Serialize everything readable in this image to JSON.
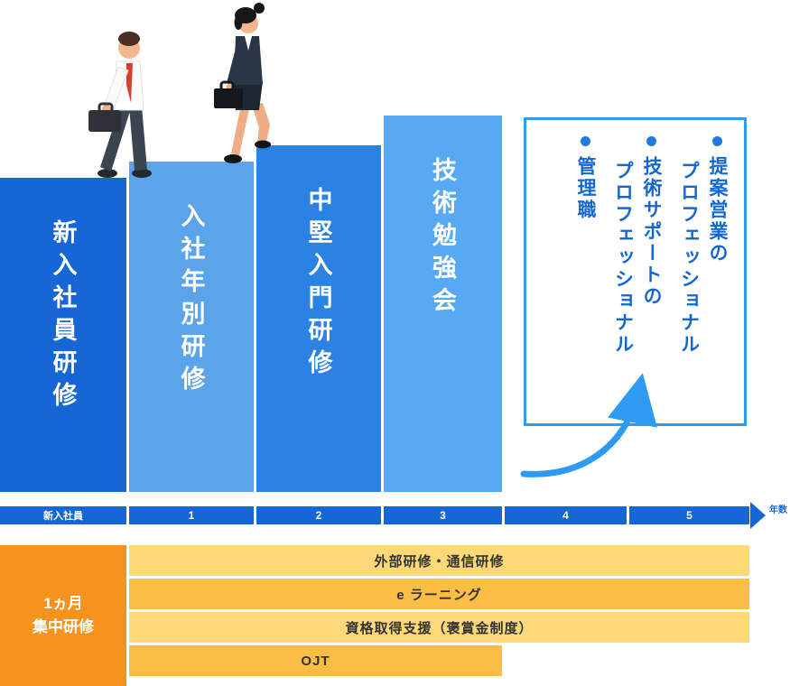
{
  "steps": [
    {
      "label": "新入社員研修",
      "color": "#1766D6"
    },
    {
      "label": "入社年別研修",
      "color": "#5CA4EA"
    },
    {
      "label": "中堅入門研修",
      "color": "#2B82E3"
    },
    {
      "label": "技術勉強会",
      "color": "#56A9F2"
    }
  ],
  "goal_box": {
    "border_color": "#2D9BF2",
    "text_color": "#1467D2",
    "bullet_color": "#1F7BE0",
    "items": [
      {
        "lines": [
          "提案営業の",
          "プロフェッショナル"
        ]
      },
      {
        "lines": [
          "技術サポートの",
          "プロフェッショナル"
        ]
      },
      {
        "lines": [
          "管理職"
        ]
      }
    ]
  },
  "arrow_color": "#2D9BF2",
  "timeline": {
    "color": "#1766D6",
    "segments": [
      "新入社員",
      "1",
      "2",
      "3",
      "4",
      "5"
    ],
    "axis_label": "年数"
  },
  "bottom": {
    "intensive": {
      "lines": [
        "1ヵ月",
        "集中研修"
      ],
      "color": "#F6921E"
    },
    "rows": [
      {
        "label": "外部研修・通信研修",
        "color": "#FFD879"
      },
      {
        "label": "e ラーニング",
        "color": "#FBBE45"
      },
      {
        "label": "資格取得支援（褒賞金制度）",
        "color": "#FFD879"
      },
      {
        "label": "OJT",
        "color": "#FBBE45"
      }
    ]
  },
  "illustrations": {
    "left": "businessman-climbing-stairs",
    "right": "businesswoman-climbing-stairs"
  }
}
